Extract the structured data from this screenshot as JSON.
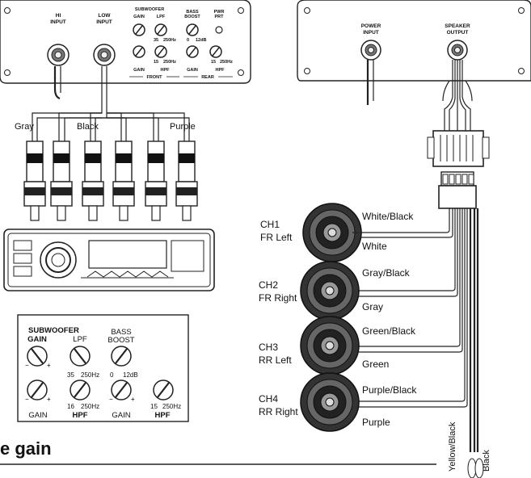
{
  "amp_panel_left": {
    "hi_input": [
      "HI",
      "INPUT"
    ],
    "low_input": [
      "LOW",
      "INPUT"
    ],
    "subwoofer_header": "SUBWOOFER",
    "knob_labels_top": [
      "GAIN",
      "LPF",
      "BASS",
      "BOOST",
      "PWR",
      "PRT"
    ],
    "lpf_range": [
      "35",
      "250Hz"
    ],
    "boost_range": [
      "0",
      "12dB"
    ],
    "hpf_range_1": [
      "15",
      "250Hz"
    ],
    "hpf_range_2": [
      "15",
      "250Hz"
    ],
    "bottom_labels": [
      "GAIN",
      "HPF",
      "GAIN",
      "HPF"
    ],
    "front_label": "FRONT",
    "rear_label": "REAR"
  },
  "amp_panel_right": {
    "power_input": [
      "POWER",
      "INPUT"
    ],
    "speaker_output": [
      "SPEAKER",
      "OUTPUT"
    ]
  },
  "rca_labels": [
    "Gray",
    "Black",
    "Purple"
  ],
  "channels": [
    {
      "ch": "CH1",
      "pos": "FR Left",
      "wire_top": "White/Black",
      "wire_bottom": "White"
    },
    {
      "ch": "CH2",
      "pos": "FR Right",
      "wire_top": "Gray/Black",
      "wire_bottom": "Gray"
    },
    {
      "ch": "CH3",
      "pos": "RR Left",
      "wire_top": "Green/Black",
      "wire_bottom": "Green"
    },
    {
      "ch": "CH4",
      "pos": "RR Right",
      "wire_top": "Purple/Black",
      "wire_bottom": "Purple"
    }
  ],
  "power_wires": [
    "Yellow/Black",
    "Black"
  ],
  "zoom_panel": {
    "header": "SUBWOOFER",
    "top_labels": [
      "GAIN",
      "LPF",
      "BASS",
      "BOOST"
    ],
    "lpf_range": [
      "35",
      "250Hz"
    ],
    "boost_range": [
      "0",
      "12dB"
    ],
    "hpf_range_1": [
      "16",
      "250Hz"
    ],
    "hpf_range_2": [
      "15",
      "250Hz"
    ],
    "bottom_labels": [
      "GAIN",
      "HPF",
      "GAIN",
      "HPF"
    ]
  },
  "caption": "e gain"
}
